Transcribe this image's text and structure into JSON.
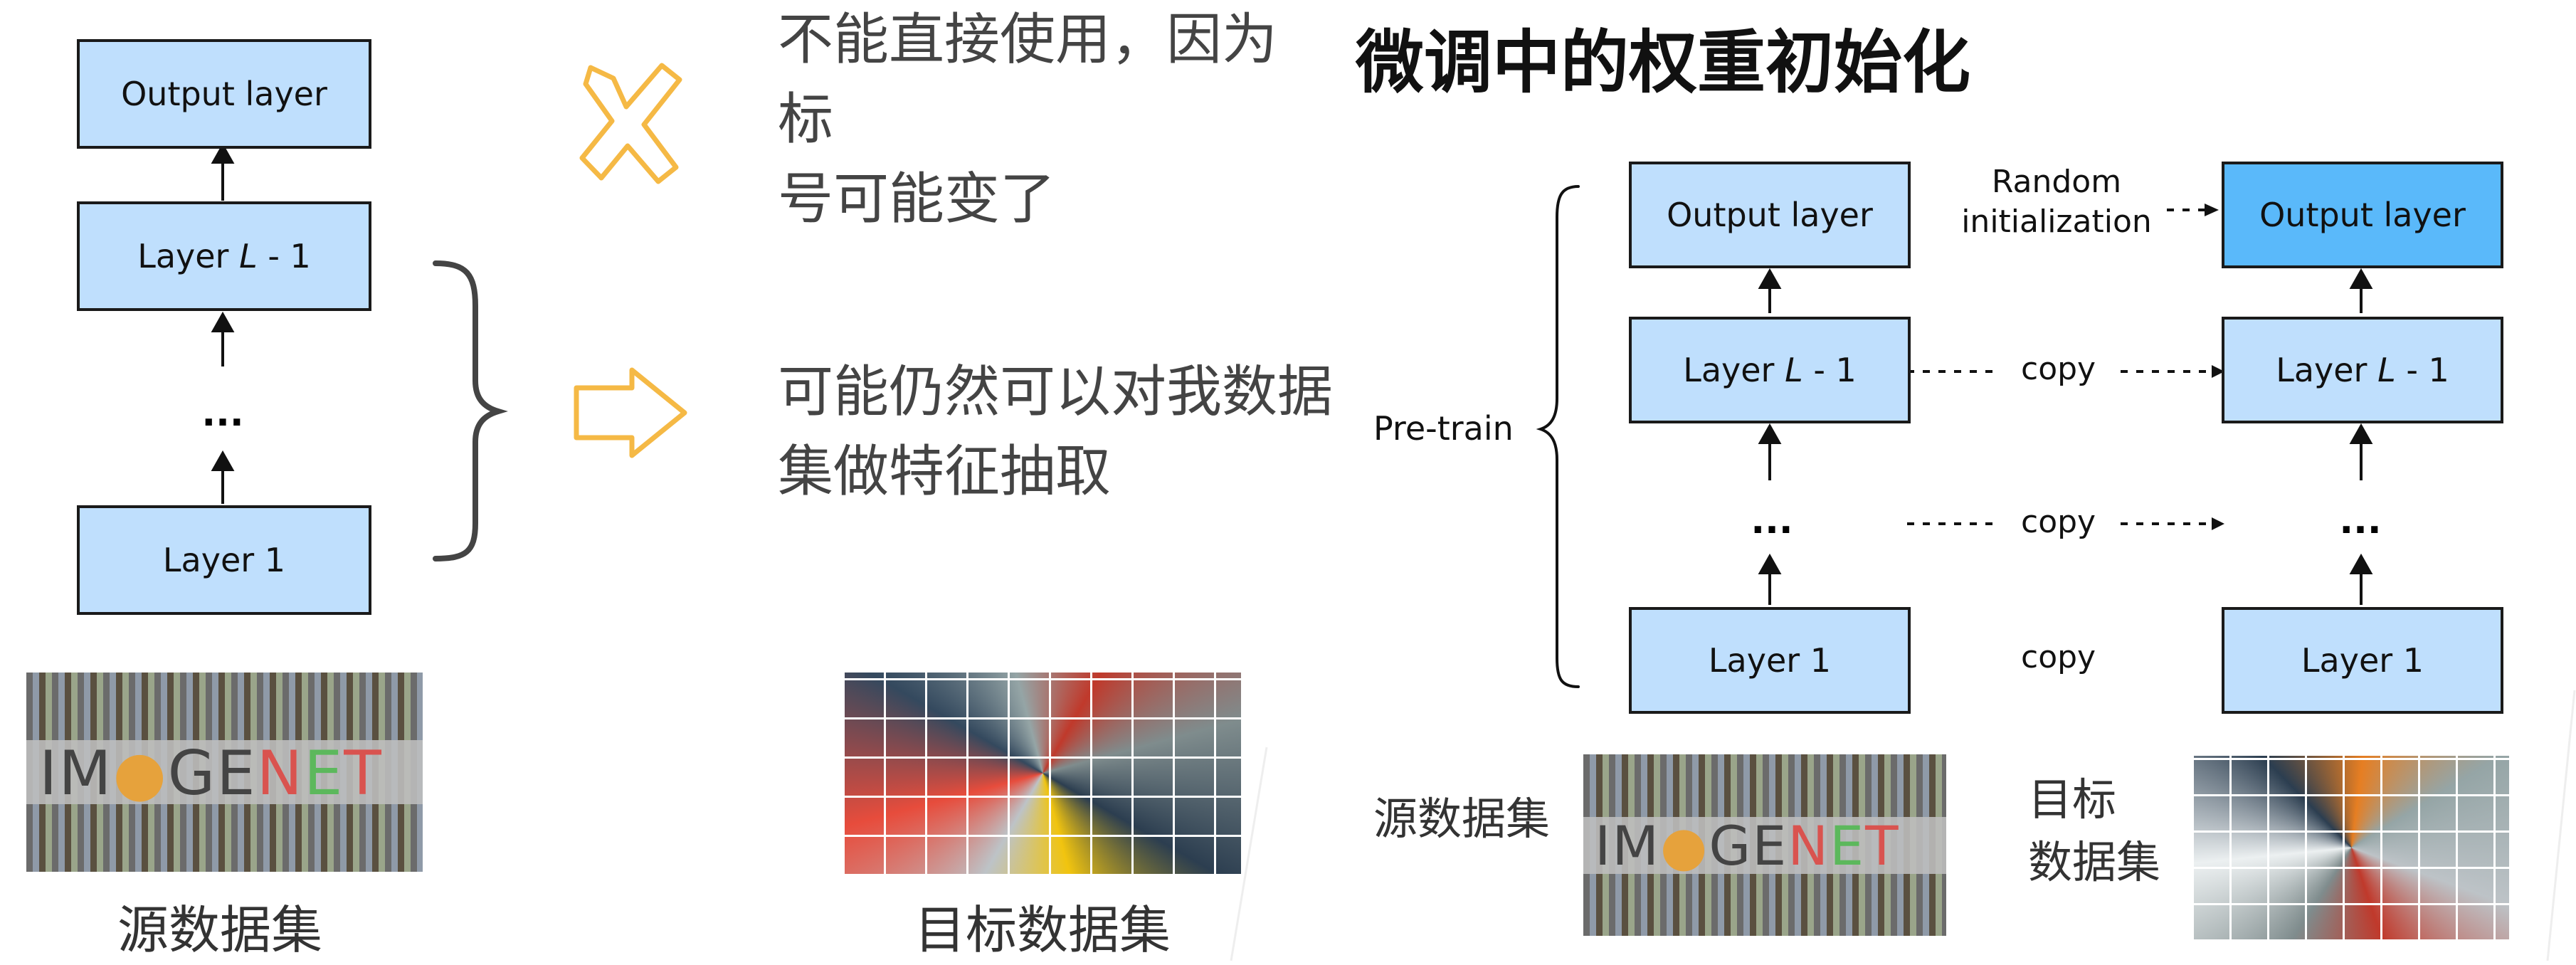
{
  "left": {
    "boxes": {
      "output": "Output layer",
      "layer_l_prefix": "Layer ",
      "layer_l_italic": "L",
      "layer_l_suffix": " - 1",
      "layer1": "Layer 1"
    },
    "dots": "...",
    "source_caption": "源数据集",
    "target_caption": "目标数据集",
    "imagenet_logo": "IMAGENET"
  },
  "notes": {
    "cannot_use": "不能直接使用，因为标号可能变了",
    "cannot_use_line1": "不能直接使用，因为标",
    "cannot_use_line2": "号可能变了",
    "feature_line1": "可能仍然可以对我数据",
    "feature_line2": "集做特征抽取"
  },
  "right": {
    "title": "微调中的权重初始化",
    "pretrain_label": "Pre-train",
    "src_boxes": {
      "output": "Output layer",
      "layer_l_prefix": "Layer ",
      "layer_l_italic": "L",
      "layer_l_suffix": " - 1",
      "layer1": "Layer 1"
    },
    "tgt_boxes": {
      "output": "Output layer",
      "layer_l_prefix": "Layer ",
      "layer_l_italic": "L",
      "layer_l_suffix": " - 1",
      "layer1": "Layer 1"
    },
    "dots": "...",
    "random_init_line1": "Random",
    "random_init_line2": "initialization",
    "copy_label": "copy",
    "source_caption": "源数据集",
    "target_caption_line1": "目标",
    "target_caption_line2": "数据集"
  },
  "colors": {
    "box_fill": "#bfdffd",
    "box_fill_highlight": "#5ab9fa",
    "mark_orange": "#f5b945"
  },
  "icons": [
    "cross-mark-icon",
    "right-arrow-icon"
  ]
}
